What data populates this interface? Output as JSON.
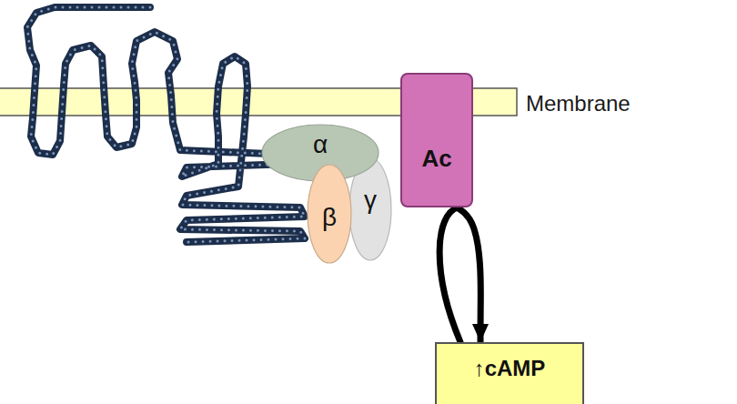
{
  "diagram": {
    "nodes": [
      {
        "text": [
          "α"
        ]
      },
      {
        "text": [
          "β"
        ]
      },
      {
        "text": [
          "γ"
        ]
      },
      {
        "text": [
          "Ac"
        ]
      },
      {
        "text": [
          "↑cAMP"
        ]
      }
    ],
    "edges": [
      {
        "from": 3,
        "to": 4,
        "arrow": "to"
      }
    ],
    "labels": [
      "Membrane"
    ]
  }
}
